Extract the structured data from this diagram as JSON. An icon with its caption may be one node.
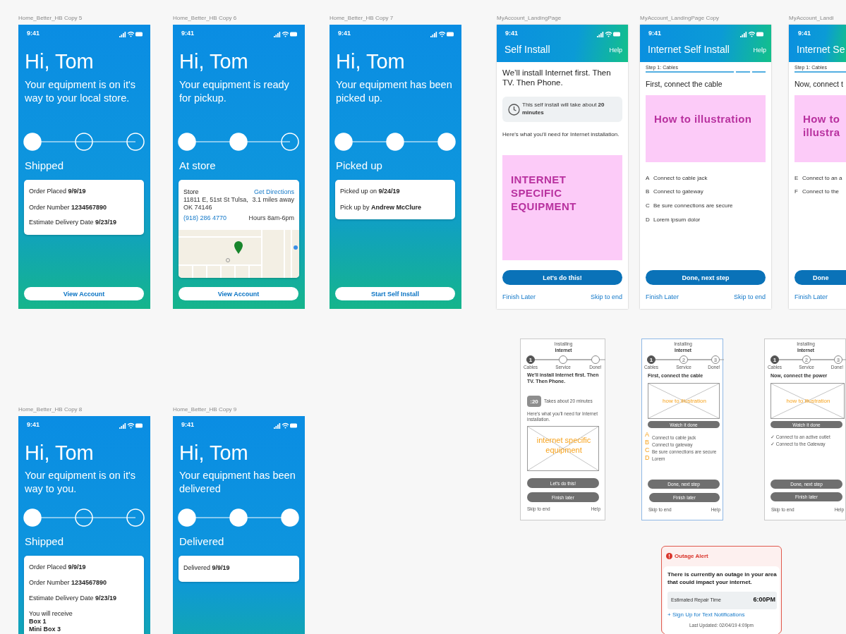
{
  "diagram": {
    "nodes": [
      {
        "text": [
          "Home_Better_HB Copy 5",
          "9:41",
          "Hi, Tom",
          "Your equipment is on it's way to your local store.",
          "Shipped"
        ]
      },
      {
        "text": [
          "Order Placed **9/9/19**",
          "Order Number **1234567890**",
          "Estimate Delivery Date **9/23/19**"
        ],
        "in": 0
      },
      {
        "text": [
          "View Account"
        ],
        "in": 0
      },
      {
        "text": [
          "Home_Better_HB Copy 6",
          "9:41",
          "Hi, Tom",
          "Your equipment is ready for pickup.",
          "At store"
        ]
      },
      {
        "text": [
          "Store",
          "11811 E, 51st St Tulsa, OK 74146",
          "Get Directions",
          "3.1 miles away",
          "(918) 286 4770",
          "Hours 8am-6pm"
        ],
        "in": 3
      },
      {
        "text": [
          "View Account"
        ],
        "in": 3
      },
      {
        "text": [
          "Home_Better_HB Copy 7",
          "9:41",
          "Hi, Tom",
          "Your equipment has been picked up.",
          "Picked up"
        ]
      },
      {
        "text": [
          "Picked up on **9/24/19**",
          "Pick up by **Andrew McClure**"
        ],
        "in": 6
      },
      {
        "text": [
          "Start Self Install"
        ],
        "in": 6
      },
      {
        "text": [
          "MyAccount_LandingPage",
          "9:41",
          "Self Install",
          "Help",
          "We’ll install Internet first. Then TV. Then Phone.",
          "Here's what you'll need for Internet installation.",
          "Finish Later",
          "Skip to end"
        ]
      },
      {
        "text": [
          "This self install will take about **20 minutes**"
        ],
        "in": 9
      },
      {
        "text": [
          "INTERNET SPECIFIC EQUIPMENT"
        ],
        "in": 9
      },
      {
        "text": [
          "Let's do this!"
        ],
        "in": 9
      },
      {
        "text": [
          "MyAccount_LandingPage Copy",
          "9:41",
          "Internet Self Install",
          "Help",
          "Step 1: Cables",
          "First, connect the cable",
          "A",
          "Connect to cable jack",
          "B",
          "Connect to gateway",
          "C",
          "Be sure connections are secure",
          "D",
          "Lorem ipsum dolor",
          "Finish Later",
          "Skip to end"
        ]
      },
      {
        "text": [
          "How to illustration"
        ],
        "in": 13
      },
      {
        "text": [
          "Done, next step"
        ],
        "in": 13
      },
      {
        "text": [
          "MyAccount_Landi",
          "9:41",
          "Internet Se",
          "Step 1: Cables",
          "Now, connect t",
          "E",
          "Connect to an a",
          "F",
          "Connect to the",
          "Finish Later"
        ]
      },
      {
        "text": [
          "How to illustra"
        ],
        "in": 16
      },
      {
        "text": [
          "Done"
        ],
        "in": 16
      },
      {
        "text": [
          "Home_Better_HB Copy 8",
          "9:41",
          "Hi, Tom",
          "Your equipment is on it's way to you.",
          "Shipped"
        ]
      },
      {
        "text": [
          "Order Placed **9/9/19**",
          "Order Number **1234567890**",
          "Estimate Delivery Date **9/23/19**",
          "You will receive",
          "Box 1",
          "Mini Box 3"
        ],
        "in": 19
      },
      {
        "text": [
          "Home_Better_HB Copy 9",
          "9:41",
          "Hi, Tom",
          "Your equipment has been delivered",
          "Delivered"
        ]
      },
      {
        "text": [
          "Delivered **9/9/19**"
        ],
        "in": 21
      },
      {
        "text": [
          "Installing",
          "Internet",
          "Cables",
          "Service",
          "Done!",
          "We'll install Internet first. Then TV. Then Phone.",
          "Takes about 20 minutes",
          "Here's what you'll need for Internet installation.",
          "Skip to end",
          "Help"
        ]
      },
      {
        "text": [
          "1"
        ],
        "in": 23
      },
      {
        "text": [],
        "shape": "circle",
        "in": 23
      },
      {
        "text": [],
        "shape": "circle",
        "in": 23
      },
      {
        "text": [
          ":20"
        ],
        "in": 23
      },
      {
        "text": [
          "internet specific equipment"
        ],
        "in": 23
      },
      {
        "text": [
          "Let's do this!"
        ],
        "in": 23
      },
      {
        "text": [
          "Finish later"
        ],
        "in": 23
      },
      {
        "text": [
          "Installing",
          "Internet",
          "Cables",
          "Service",
          "Done!",
          "First, connect the cable",
          "A",
          "Connect to cable jack",
          "B",
          "Connect to gateway",
          "C",
          "Be sure connections are secure",
          "D",
          "Lorem",
          "Skip to end",
          "Help"
        ]
      },
      {
        "text": [
          "1"
        ],
        "in": 31
      },
      {
        "text": [
          "2"
        ],
        "in": 31
      },
      {
        "text": [
          "3"
        ],
        "in": 31
      },
      {
        "text": [
          "how to illustration"
        ],
        "in": 31
      },
      {
        "text": [
          "Watch it done"
        ],
        "in": 31
      },
      {
        "text": [
          "Done, next step"
        ],
        "in": 31
      },
      {
        "text": [
          "Finish later"
        ],
        "in": 31
      },
      {
        "text": [
          "Installing",
          "Internet",
          "Cables",
          "Service",
          "Done!",
          "Now, connect the power",
          "✓ Connect to an active outlet",
          "✓ Connect to the Gateway",
          "Skip to end",
          "Help"
        ]
      },
      {
        "text": [
          "1"
        ],
        "in": 39
      },
      {
        "text": [
          "2"
        ],
        "in": 39
      },
      {
        "text": [
          "3"
        ],
        "in": 39
      },
      {
        "text": [
          "how to illustration"
        ],
        "in": 39
      },
      {
        "text": [
          "Watch it done"
        ],
        "in": 39
      },
      {
        "text": [
          "Done, next step"
        ],
        "in": 39
      },
      {
        "text": [
          "Finish later"
        ],
        "in": 39
      },
      {
        "text": [
          "Outage Alert"
        ]
      },
      {
        "text": [
          "There is currently an outage in your area that could impact your internet.",
          "+ Sign Up for Text Notifications",
          "Last Updated: 02/04/19 4:09pm"
        ],
        "in": 47
      },
      {
        "text": [
          "Estimated Repair Time",
          "6:00PM"
        ],
        "in": 48
      }
    ]
  }
}
